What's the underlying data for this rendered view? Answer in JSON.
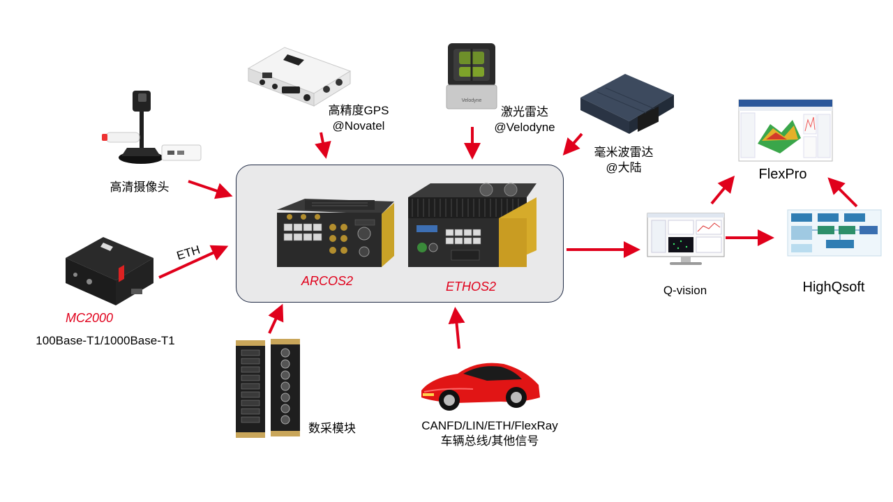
{
  "hub": {
    "arcos_label": "ARCOS2",
    "ethos_label": "ETHOS2"
  },
  "sources": {
    "camera": "高清摄像头",
    "gps_line1": "高精度GPS",
    "gps_line2": "@Novatel",
    "lidar_line1": "激光雷达",
    "lidar_line2": "@Velodyne",
    "radar_line1": "毫米波雷达",
    "radar_line2": "@大陆",
    "eth_edge": "ETH",
    "mc_name": "MC2000",
    "mc_desc": "100Base-T1/1000Base-T1",
    "daq": "数采模块",
    "bus_line1": "CANFD/LIN/ETH/FlexRay",
    "bus_line2": "车辆总线/其他信号"
  },
  "software": {
    "qvision": "Q-vision",
    "flexpro": "FlexPro",
    "highqsoft": "HighQsoft"
  },
  "device_marks": {
    "lidar_brand": "Velodyne"
  },
  "colors": {
    "arrow": "#e0001b",
    "hub_border": "#1f2a44",
    "hub_fill": "#e9e9ea"
  }
}
